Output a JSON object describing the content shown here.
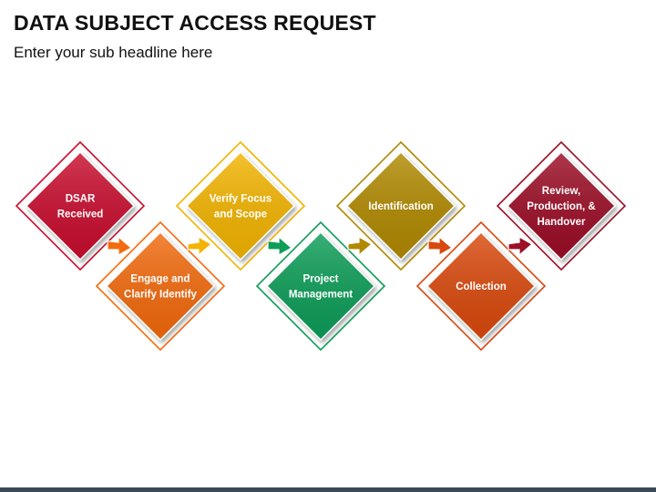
{
  "header": {
    "title": "DATA SUBJECT ACCESS REQUEST",
    "subtitle": "Enter your sub headline here"
  },
  "steps": [
    {
      "lines": [
        "DSAR",
        "Received"
      ],
      "color": "#c8102e",
      "row": "top"
    },
    {
      "lines": [
        "Engage and",
        "Clarify Identify"
      ],
      "color": "#f26b0f",
      "row": "bottom"
    },
    {
      "lines": [
        "Verify Focus",
        "and Scope"
      ],
      "color": "#f2b400",
      "row": "top"
    },
    {
      "lines": [
        "Project",
        "Management"
      ],
      "color": "#0f9d58",
      "row": "bottom"
    },
    {
      "lines": [
        "Identification"
      ],
      "color": "#b08900",
      "row": "top"
    },
    {
      "lines": [
        "Collection"
      ],
      "color": "#d9480f",
      "row": "bottom"
    },
    {
      "lines": [
        "Review,",
        "Production, &",
        "Handover"
      ],
      "color": "#9b1127",
      "row": "top"
    }
  ]
}
